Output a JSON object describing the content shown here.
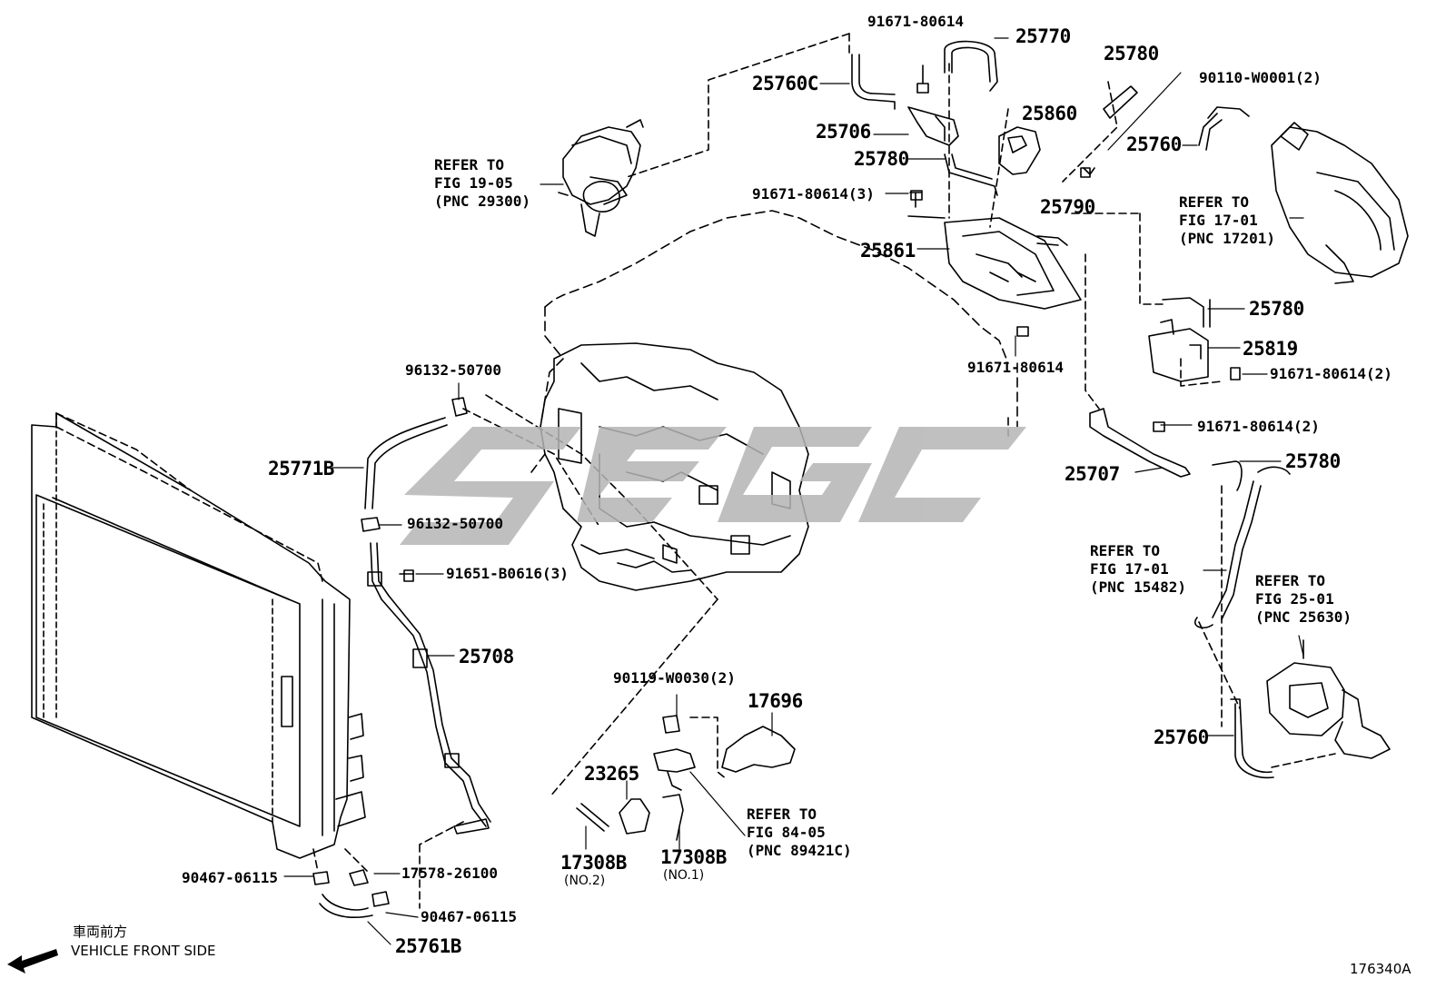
{
  "colors": {
    "line": "#000000",
    "watermark": "#b5b5b5",
    "background": "#ffffff"
  },
  "watermark_text": "SEGC",
  "parts": {
    "p_91671_80614_top": "91671-80614",
    "p_25770": "25770",
    "p_25780_top": "25780",
    "p_25760c": "25760C",
    "p_90110": "90110-W0001(2)",
    "p_25860": "25860",
    "p_25706": "25706",
    "p_25760_r": "25760",
    "p_25780_mid": "25780",
    "p_91671_3": "91671-80614(3)",
    "p_25790": "25790",
    "p_25861": "25861",
    "p_25780_r": "25780",
    "p_25819": "25819",
    "p_91671_r2": "91671-80614(2)",
    "p_91671_c": "91671-80614",
    "p_96132_a": "96132-50700",
    "p_91671_r2b": "91671-80614(2)",
    "p_25771b": "25771B",
    "p_25780_lr": "25780",
    "p_25707": "25707",
    "p_96132_b": "96132-50700",
    "p_91651": "91651-B0616(3)",
    "p_25708": "25708",
    "p_90119": "90119-W0030(2)",
    "p_17696": "17696",
    "p_23265": "23265",
    "p_17308b_2": "17308B",
    "p_17308b_1": "17308B",
    "p_25760_b": "25760",
    "p_90467_a": "90467-06115",
    "p_17578": "17578-26100",
    "p_90467_b": "90467-06115",
    "p_25761b": "25761B"
  },
  "sub_labels": {
    "no2": "(NO.2)",
    "no1": "(NO.1)"
  },
  "refs": {
    "r19": [
      "REFER TO",
      "FIG 19-05",
      "(PNC 29300)"
    ],
    "r17a": [
      "REFER TO",
      "FIG 17-01",
      "(PNC 17201)"
    ],
    "r17b": [
      "REFER TO",
      "FIG 17-01",
      "(PNC 15482)"
    ],
    "r25": [
      "REFER TO",
      "FIG 25-01",
      "(PNC 25630)"
    ],
    "r84": [
      "REFER TO",
      "FIG 84-05",
      "(PNC 89421C)"
    ]
  },
  "vehicle_front": {
    "jp": "車両前方",
    "en": "VEHICLE FRONT SIDE"
  },
  "figure_code": "176340A"
}
